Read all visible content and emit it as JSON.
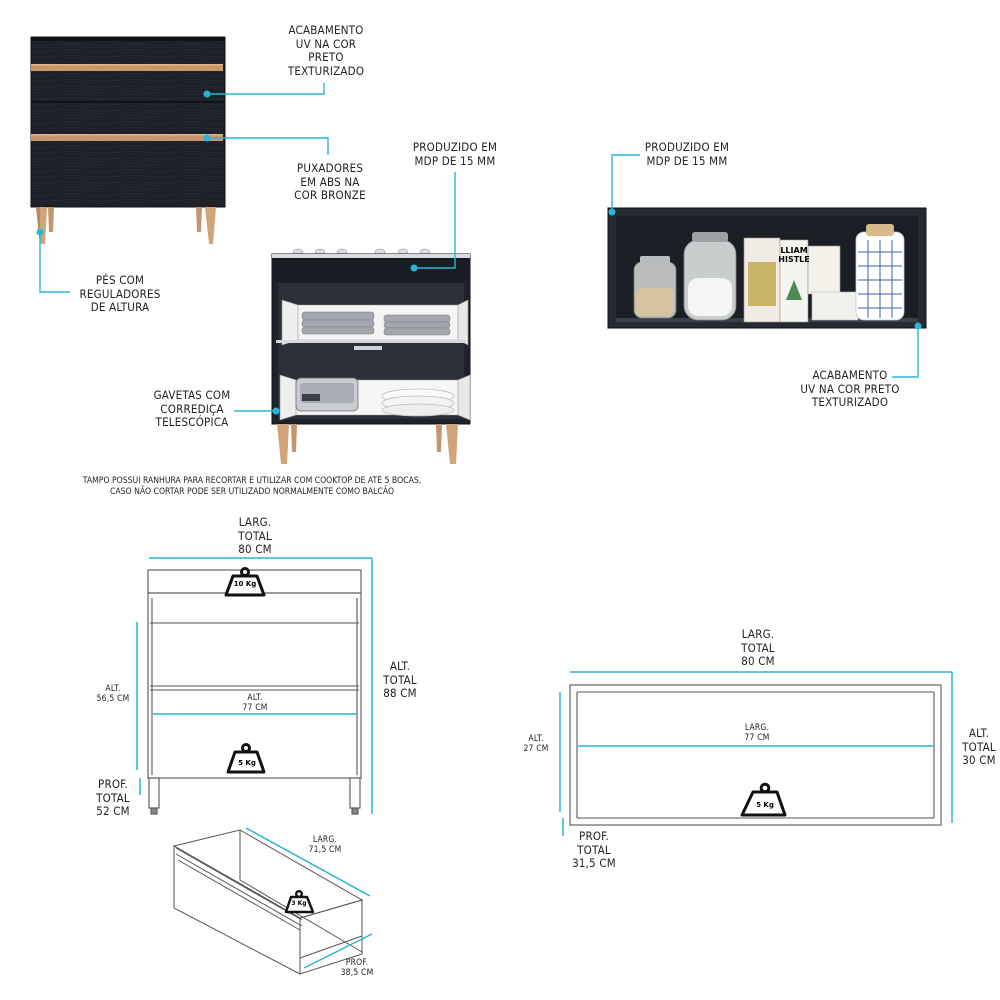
{
  "callouts": {
    "acabamento_base": [
      "ACABAMENTO",
      "UV NA COR",
      "PRETO",
      "TEXTURIZADO"
    ],
    "puxadores": [
      "PUXADORES",
      "EM ABS NA",
      "COR BRONZE"
    ],
    "pes": [
      "PÉS COM",
      "REGULADORES",
      "DE ALTURA"
    ],
    "produzido_center": [
      "PRODUZIDO EM",
      "MDP DE 15 MM"
    ],
    "produzido_right": [
      "PRODUZIDO EM",
      "MDP DE 15 MM"
    ],
    "gavetas": [
      "GAVETAS COM",
      "CORREDIÇA",
      "TELESCÓPICA"
    ],
    "acabamento_aereo": [
      "ACABAMENTO",
      "UV NA COR PRETO",
      "TEXTURIZADO"
    ]
  },
  "note": [
    "TAMPO POSSUI RANHURA PARA RECORTAR E UTILIZAR COM COOKTOP DE ATÉ 5 BOCAS,",
    "CASO NÃO CORTAR PODE SER UTILIZADO NORMALMENTE COMO BALCÃO"
  ],
  "base_dims": {
    "width": [
      "LARG.",
      "TOTAL",
      "80 CM"
    ],
    "height": [
      "ALT.",
      "TOTAL",
      "88 CM"
    ],
    "inner_height": [
      "ALT.",
      "56,5 CM"
    ],
    "inner_width": [
      "ALT.",
      "77 CM"
    ],
    "depth": [
      "PROF.",
      "TOTAL",
      "52 CM"
    ],
    "weight_top": "10 Kg",
    "weight_shelf": "5 Kg"
  },
  "drawer_dims": {
    "width": [
      "LARG.",
      "71,5 CM"
    ],
    "depth": [
      "PROF.",
      "38,5 CM"
    ],
    "weight": "3 Kg"
  },
  "wall_dims": {
    "width": [
      "LARG.",
      "TOTAL",
      "80 CM"
    ],
    "height": [
      "ALT.",
      "TOTAL",
      "30 CM"
    ],
    "inner_height": [
      "ALT.",
      "27 CM"
    ],
    "inner_width": [
      "LARG.",
      "77 CM"
    ],
    "depth": [
      "PROF.",
      "TOTAL",
      "31,5 CM"
    ],
    "weight": "5 Kg"
  },
  "jar_labels": [
    "LLIAM",
    "HISTLE"
  ],
  "colors": {
    "accent": "#29b6d6",
    "cabinet": "#1e2229",
    "bronze": "#c9956b",
    "leg": "#d2a47a",
    "line": "#333333"
  }
}
